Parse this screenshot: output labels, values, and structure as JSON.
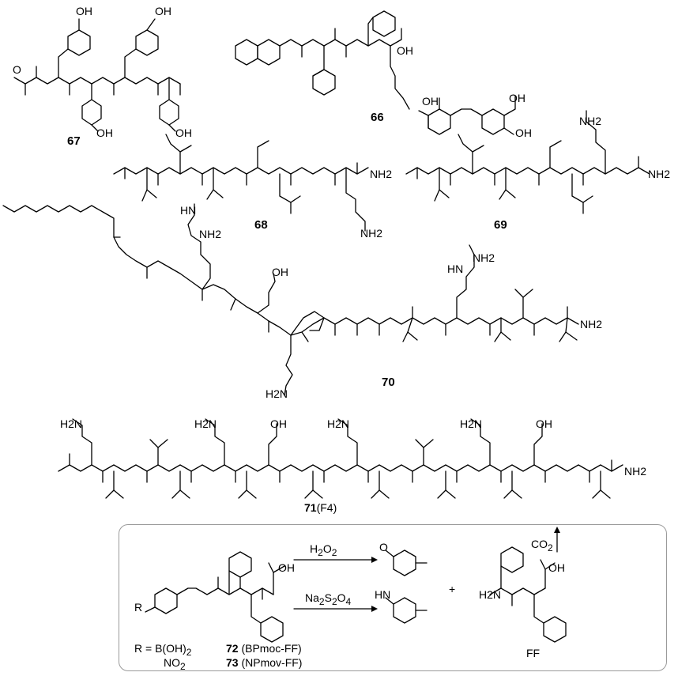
{
  "compounds": {
    "c67": "67",
    "c66": "66",
    "c68": "68",
    "c69": "69",
    "c70": "70",
    "c71": "71",
    "c71_suffix": "(F4)",
    "c72": "72",
    "c72_name": "(BPmoc-FF)",
    "c73": "73",
    "c73_name": "(NPmov-FF)"
  },
  "atoms": {
    "OH": "OH",
    "O": "O",
    "NH": "N",
    "H": "H",
    "NH2": "NH2",
    "H2N": "H2N",
    "HN": "HN",
    "R": "R"
  },
  "scheme": {
    "r_label": "R = B(OH)",
    "r_sub": "2",
    "no2": "NO",
    "no2_sub": "2",
    "reagent_top": "H",
    "reagent_top_sub": "2",
    "reagent_top_o": "O",
    "reagent_top_sub2": "2",
    "reagent_bottom": "Na",
    "reagent_bottom_sub": "2",
    "reagent_bottom_s": "S",
    "reagent_bottom_sub2": "2",
    "reagent_bottom_o": "O",
    "reagent_bottom_sub3": "4",
    "plus": "+",
    "co2": "CO",
    "co2_sub": "2",
    "ff": "FF"
  }
}
